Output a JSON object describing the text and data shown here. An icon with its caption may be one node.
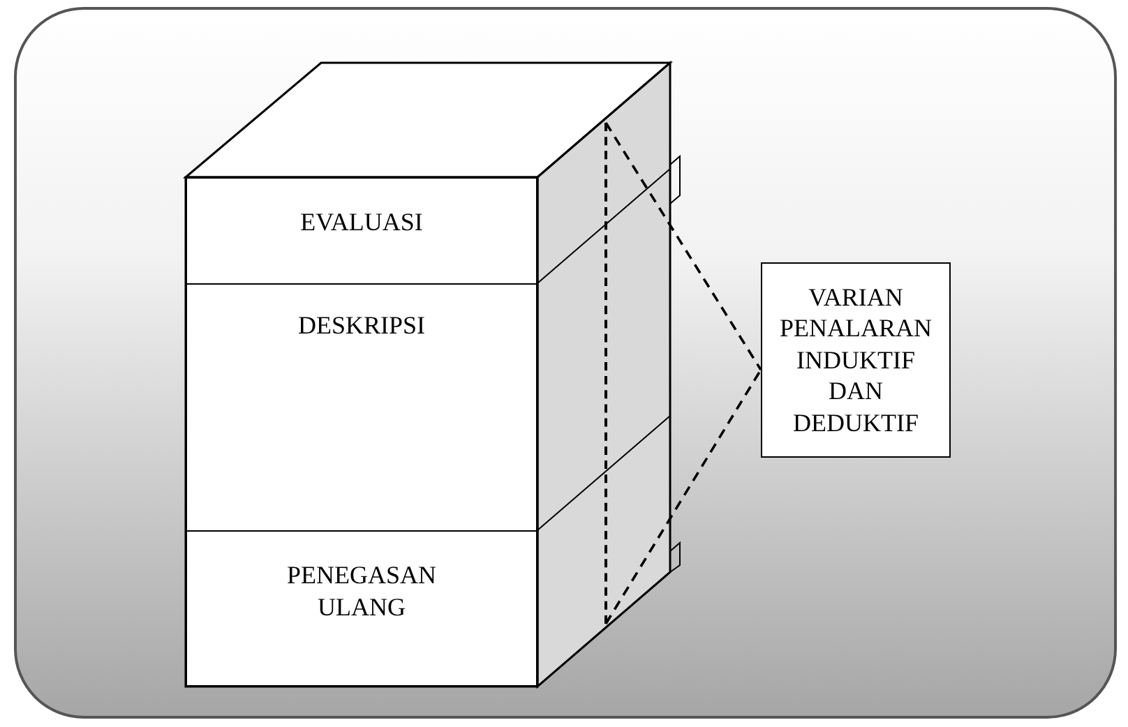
{
  "diagram": {
    "nodes": [
      {
        "text": [
          "EVALUASI"
        ]
      },
      {
        "text": [
          "DESKRIPSI"
        ]
      },
      {
        "text": [
          "PENEGASAN ULANG"
        ]
      },
      {
        "text": [],
        "shape": "box"
      },
      {
        "text": [
          "VARIAN PENALARAN INDUKTIF DAN DEDUKTIF"
        ]
      }
    ],
    "edges": [
      {
        "from": 3,
        "to": 4,
        "arrow": "none",
        "style": "dashed"
      }
    ]
  }
}
